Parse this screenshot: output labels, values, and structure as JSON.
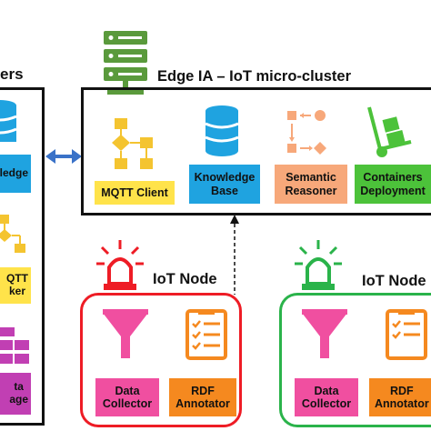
{
  "left_cluster": {
    "title_fragment": "ers",
    "items": [
      {
        "text": "ledge\n"
      },
      {
        "text": "QTT\nker"
      },
      {
        "text": "ta\nage"
      }
    ]
  },
  "edge": {
    "title": "Edge IA – IoT micro-cluster",
    "components": [
      {
        "label": "MQTT Client",
        "color": "#ffe34a"
      },
      {
        "label": "Knowledge\nBase",
        "color": "#1fa3e0"
      },
      {
        "label": "Semantic\nReasoner",
        "color": "#f7a87a"
      },
      {
        "label": "Containers\nDeployment",
        "color": "#4cc23a"
      }
    ]
  },
  "iot_nodes": [
    {
      "title": "IoT Node",
      "frame_color": "#ee1c25",
      "alarm_color": "#ee1c25",
      "components": [
        {
          "label": "Data\nCollector",
          "color": "#f04fa0"
        },
        {
          "label": "RDF\nAnnotator",
          "color": "#f5891f"
        }
      ]
    },
    {
      "title": "IoT Node",
      "frame_color": "#2ab34a",
      "alarm_color": "#2ab34a",
      "components": [
        {
          "label": "Data\nCollector",
          "color": "#f04fa0"
        },
        {
          "label": "RDF\nAnnotator",
          "color": "#f5891f"
        }
      ]
    }
  ],
  "colors": {
    "server_icon": "#5a9a3c",
    "arrow_blue": "#3a72c8",
    "database_icon": "#1fa3e0",
    "flow_icon": "#f4c430",
    "funnel_icon": "#f04fa0",
    "checklist_icon": "#f5891f"
  }
}
